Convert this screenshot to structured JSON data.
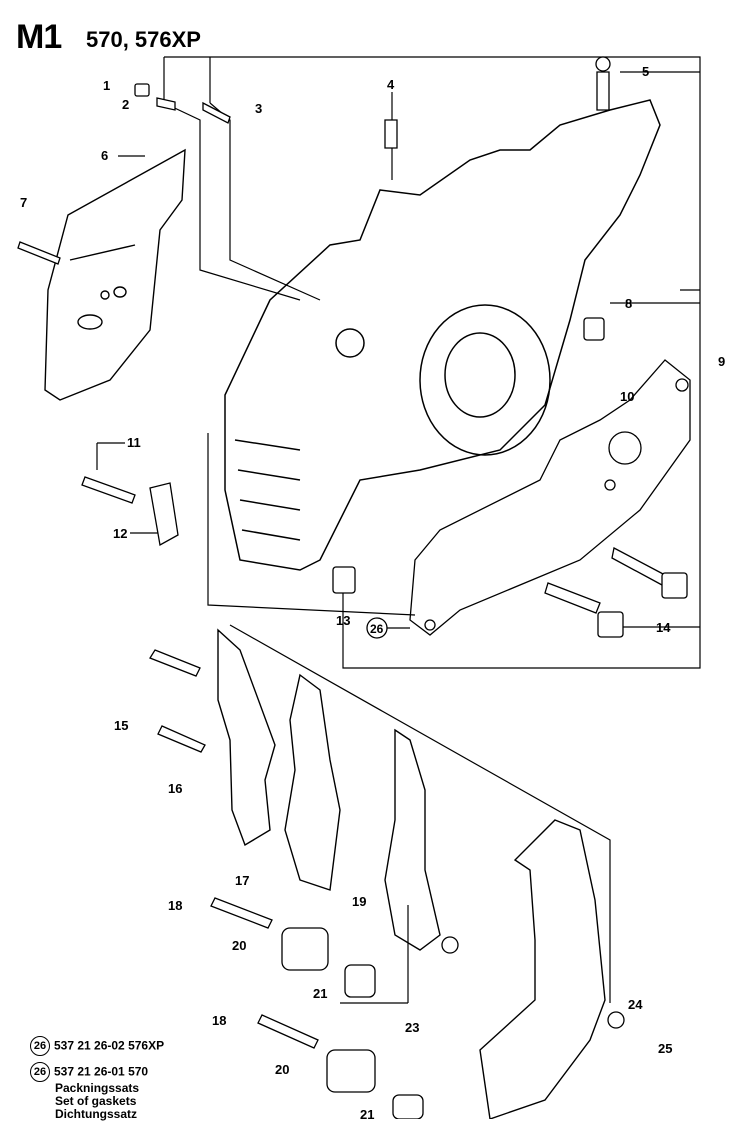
{
  "header": {
    "code": "M1",
    "models": "570, 576XP"
  },
  "callouts": [
    "1",
    "2",
    "3",
    "4",
    "5",
    "6",
    "7",
    "8",
    "9",
    "10",
    "11",
    "12",
    "13",
    "14",
    "15",
    "16",
    "17",
    "18",
    "19",
    "20",
    "21",
    "23",
    "24",
    "25"
  ],
  "gasket_ref": "26",
  "kit_list": [
    {
      "ref": "26",
      "part_number": "537 21 26-02 576XP",
      "names": []
    },
    {
      "ref": "26",
      "part_number": "537 21 26-01 570",
      "names": [
        "Packningssats",
        "Set of gaskets",
        "Dichtungssatz"
      ]
    }
  ]
}
